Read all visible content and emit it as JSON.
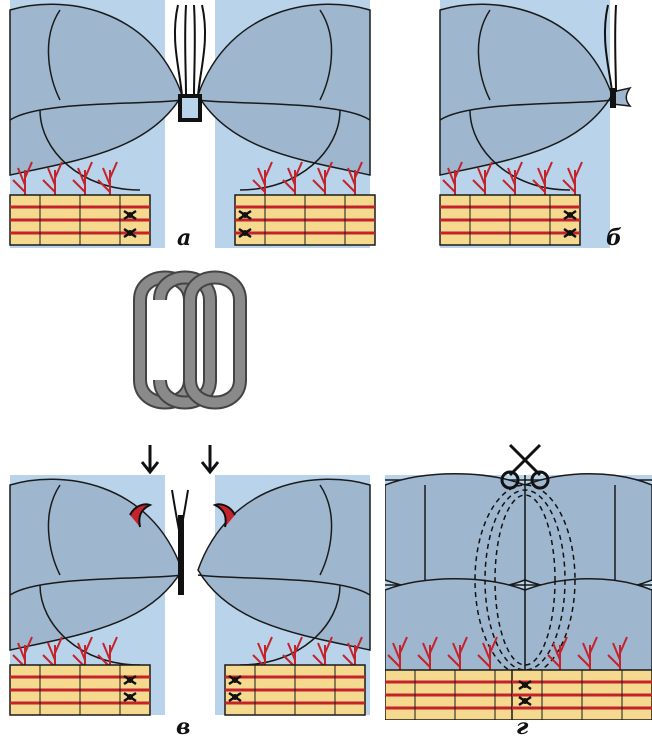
{
  "panels": [
    {
      "id": "a",
      "label": "а"
    },
    {
      "id": "b",
      "label": "б"
    },
    {
      "id": "v",
      "label": "в"
    },
    {
      "id": "g",
      "label": "г"
    }
  ],
  "colors": {
    "tissue": "#9fb6cf",
    "tissue_light": "#b9d3ea",
    "mesentery": "#f5d98f",
    "vessel": "#c4232b",
    "ring": "#8a8a8a",
    "outline": "#1a1a1a"
  }
}
